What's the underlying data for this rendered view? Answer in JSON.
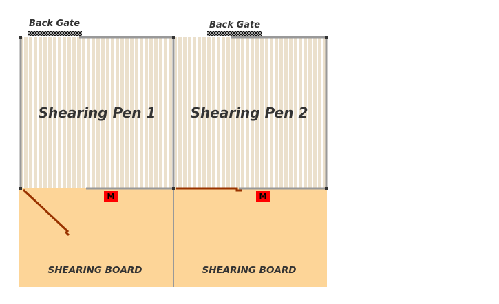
{
  "pens": [
    {
      "title": "Shearing Pen 1",
      "gate_label": "Back Gate",
      "board_label": "SHEARING BOARD",
      "marker": "M"
    },
    {
      "title": "Shearing Pen 2",
      "gate_label": "Back Gate",
      "board_label": "SHEARING BOARD",
      "marker": "M"
    }
  ],
  "colors": {
    "slat": "#ebe0cc",
    "board": "#fdd598",
    "fence": "#999999",
    "gate": "#993300",
    "marker": "#ff0000"
  }
}
